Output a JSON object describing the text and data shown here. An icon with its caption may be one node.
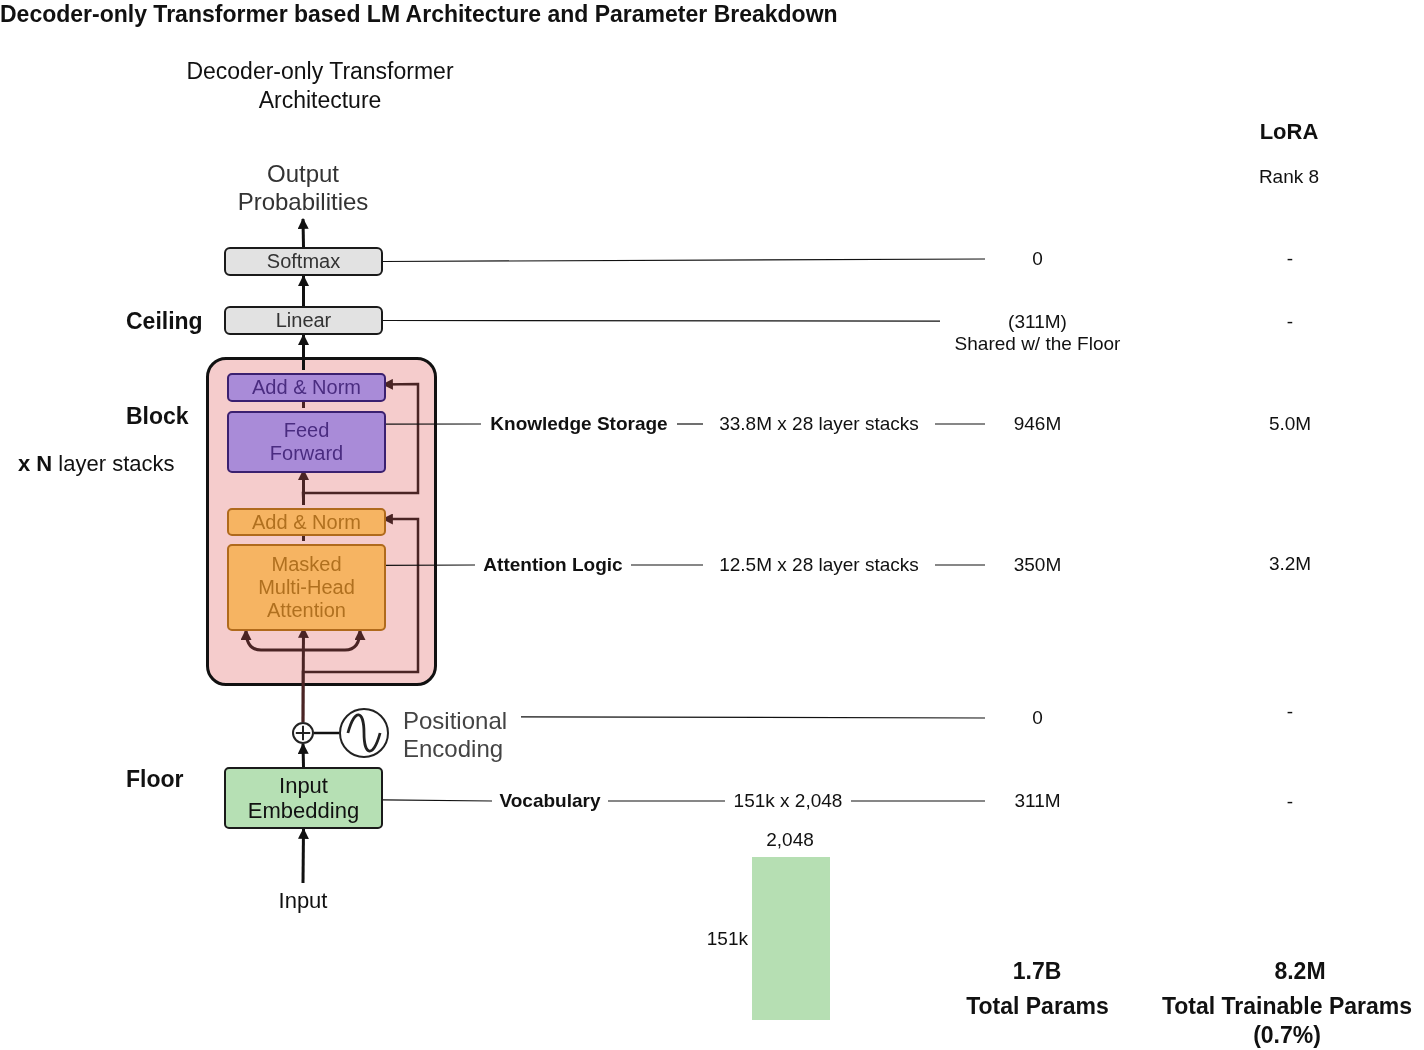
{
  "diagram": {
    "title": "Decoder-only Transformer based LM Architecture and Parameter Breakdown",
    "nodes": [
      {
        "text": [
          "Output Probabilities"
        ]
      },
      {
        "text": [
          "Softmax"
        ]
      },
      {
        "text": [
          "Linear"
        ]
      },
      {
        "text": [],
        "shape": "box"
      },
      {
        "text": [
          "Add & Norm"
        ],
        "in": 3
      },
      {
        "text": [
          "Feed Forward"
        ],
        "in": 3
      },
      {
        "text": [
          "Add & Norm"
        ],
        "in": 3
      },
      {
        "text": [
          "Masked Multi-Head Attention"
        ],
        "in": 3
      },
      {
        "text": [],
        "shape": "circle"
      },
      {
        "text": [],
        "shape": "circle"
      },
      {
        "text": [
          "Positional Encoding"
        ]
      },
      {
        "text": [
          "Input Embedding"
        ]
      },
      {
        "text": [
          "Input"
        ]
      },
      {
        "text": [
          "0"
        ]
      },
      {
        "text": [
          "(311M)",
          "Shared w/ the Floor"
        ]
      },
      {
        "text": [
          "Knowledge Storage"
        ]
      },
      {
        "text": [
          "33.8M x 28 layer stacks"
        ]
      },
      {
        "text": [
          "946M"
        ]
      },
      {
        "text": [
          "Attention Logic"
        ]
      },
      {
        "text": [
          "12.5M x 28 layer stacks"
        ]
      },
      {
        "text": [
          "350M"
        ]
      },
      {
        "text": [
          "0"
        ]
      },
      {
        "text": [
          "Vocabulary"
        ]
      },
      {
        "text": [
          "151k x 2,048"
        ]
      },
      {
        "text": [
          "311M"
        ]
      },
      {
        "text": [],
        "shape": "bar"
      }
    ],
    "edges": [
      {
        "from": 12,
        "to": 11,
        "arrow": "to"
      },
      {
        "from": 11,
        "to": 8,
        "arrow": "to"
      },
      {
        "from": 9,
        "to": 8,
        "arrow": "none"
      },
      {
        "from": 8,
        "to": 7,
        "arrow": "to",
        "color": "#4a2424"
      },
      {
        "from": 8,
        "to": 6,
        "arrow": "to",
        "color": "#4a2424"
      },
      {
        "from": 7,
        "to": 6,
        "arrow": "none",
        "color": "#4a2424"
      },
      {
        "from": 6,
        "to": 5,
        "arrow": "to",
        "color": "#4a2424"
      },
      {
        "from": 6,
        "to": 4,
        "arrow": "to",
        "color": "#4a2424"
      },
      {
        "from": 5,
        "to": 4,
        "arrow": "none",
        "color": "#4a2424"
      },
      {
        "from": 4,
        "to": 2,
        "arrow": "to"
      },
      {
        "from": 2,
        "to": 1,
        "arrow": "to"
      },
      {
        "from": 1,
        "to": 0,
        "arrow": "to"
      },
      {
        "from": 1,
        "to": 13,
        "arrow": "none"
      },
      {
        "from": 2,
        "to": 14,
        "arrow": "none"
      },
      {
        "from": 5,
        "to": 15,
        "arrow": "none"
      },
      {
        "from": 15,
        "to": 16,
        "arrow": "none"
      },
      {
        "from": 16,
        "to": 17,
        "arrow": "none"
      },
      {
        "from": 7,
        "to": 18,
        "arrow": "none"
      },
      {
        "from": 18,
        "to": 19,
        "arrow": "none"
      },
      {
        "from": 19,
        "to": 20,
        "arrow": "none"
      },
      {
        "from": 10,
        "to": 21,
        "arrow": "none"
      },
      {
        "from": 11,
        "to": 22,
        "arrow": "none"
      },
      {
        "from": 22,
        "to": 23,
        "arrow": "none"
      },
      {
        "from": 23,
        "to": 24,
        "arrow": "none"
      }
    ],
    "labels": [
      "Decoder-only Transformer Architecture",
      "LoRA",
      "Rank 8",
      "-",
      "Ceiling",
      "-",
      "Block",
      "5.0M",
      "**x N** layer stacks",
      "3.2M",
      "-",
      "Floor",
      "-",
      "2,048",
      "151k",
      "1.7B",
      "8.2M",
      "Total Params",
      "Total Trainable Params (0.7%)"
    ]
  }
}
